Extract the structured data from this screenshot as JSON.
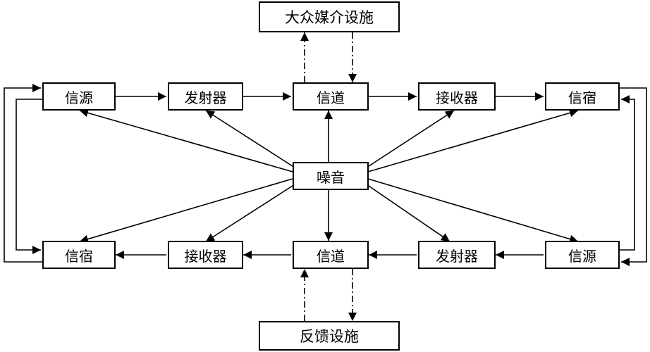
{
  "nodes": {
    "media": "大众媒介设施",
    "top_source": "信源",
    "top_transmitter": "发射器",
    "top_channel": "信道",
    "top_receiver": "接收器",
    "top_destination": "信宿",
    "noise": "噪音",
    "bottom_destination": "信宿",
    "bottom_receiver": "接收器",
    "bottom_channel": "信道",
    "bottom_transmitter": "发射器",
    "bottom_source": "信源",
    "feedback": "反馈设施"
  },
  "edges": [
    {
      "from": "top_source",
      "to": "top_transmitter",
      "style": "solid"
    },
    {
      "from": "top_transmitter",
      "to": "top_channel",
      "style": "solid"
    },
    {
      "from": "top_channel",
      "to": "top_receiver",
      "style": "solid"
    },
    {
      "from": "top_receiver",
      "to": "top_destination",
      "style": "solid"
    },
    {
      "from": "bottom_source",
      "to": "bottom_transmitter",
      "style": "solid"
    },
    {
      "from": "bottom_transmitter",
      "to": "bottom_channel",
      "style": "solid"
    },
    {
      "from": "bottom_channel",
      "to": "bottom_receiver",
      "style": "solid"
    },
    {
      "from": "bottom_receiver",
      "to": "bottom_destination",
      "style": "solid"
    },
    {
      "from": "noise",
      "to": "top_source",
      "style": "solid"
    },
    {
      "from": "noise",
      "to": "top_transmitter",
      "style": "solid"
    },
    {
      "from": "noise",
      "to": "top_channel",
      "style": "solid"
    },
    {
      "from": "noise",
      "to": "top_receiver",
      "style": "solid"
    },
    {
      "from": "noise",
      "to": "top_destination",
      "style": "solid"
    },
    {
      "from": "noise",
      "to": "bottom_destination",
      "style": "solid"
    },
    {
      "from": "noise",
      "to": "bottom_receiver",
      "style": "solid"
    },
    {
      "from": "noise",
      "to": "bottom_channel",
      "style": "solid"
    },
    {
      "from": "noise",
      "to": "bottom_transmitter",
      "style": "solid"
    },
    {
      "from": "noise",
      "to": "bottom_source",
      "style": "solid"
    },
    {
      "from": "top_channel",
      "to": "media",
      "style": "dash-dot"
    },
    {
      "from": "media",
      "to": "top_channel",
      "style": "dash-dot"
    },
    {
      "from": "feedback",
      "to": "bottom_channel",
      "style": "dash-dot"
    },
    {
      "from": "bottom_channel",
      "to": "feedback",
      "style": "dash-dot"
    },
    {
      "from": "bottom_destination",
      "to": "top_source",
      "style": "solid"
    },
    {
      "from": "top_source",
      "to": "bottom_destination",
      "style": "solid"
    },
    {
      "from": "top_destination",
      "to": "bottom_source",
      "style": "solid"
    },
    {
      "from": "bottom_source",
      "to": "top_destination",
      "style": "solid"
    }
  ]
}
